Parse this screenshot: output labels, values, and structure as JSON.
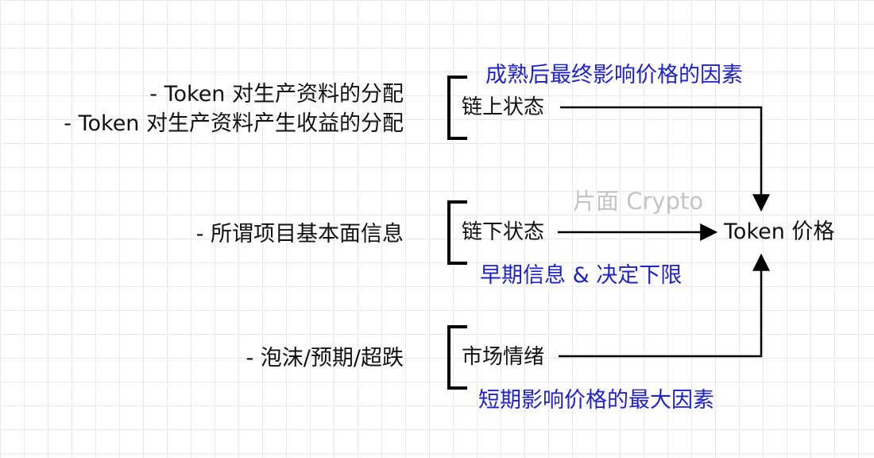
{
  "left_texts": {
    "top_line1": "- Token 对生产资料的分配",
    "top_line2": "- Token 对生产资料产生收益的分配",
    "middle": "- 所谓项目基本面信息",
    "bottom": "- 泡沫/预期/超跌"
  },
  "nodes": {
    "onchain": "链上状态",
    "offchain": "链下状态",
    "sentiment": "市场情绪",
    "target": "Token 价格"
  },
  "notes": {
    "onchain": "成熟后最终影响价格的因素",
    "offchain": "早期信息 & 决定下限",
    "sentiment": "短期影响价格的最大因素"
  },
  "watermark": "片面 Crypto",
  "colors": {
    "note_text": "#1f22c8",
    "watermark": "#c4c4c4",
    "grid": "#e9e9e9",
    "line": "#000000"
  }
}
